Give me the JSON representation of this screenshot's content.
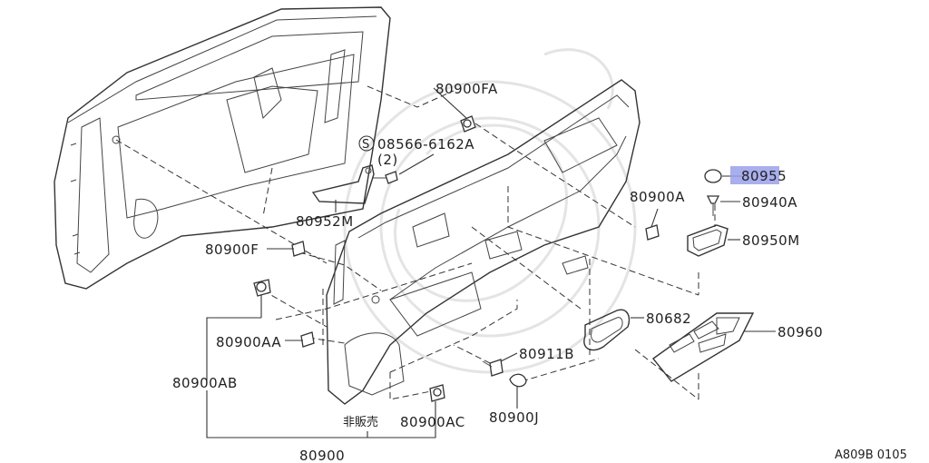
{
  "diagram": {
    "callouts": {
      "p80900FA": "80900FA",
      "p08566": "08566-6162A",
      "p08566_qty": "(2)",
      "s_mark": "S",
      "p80952M": "80952M",
      "p80900F": "80900F",
      "p80900AA": "80900AA",
      "p80900AB": "80900AB",
      "not_for_sale": "非販売",
      "p80900AC": "80900AC",
      "p80900": "80900",
      "p80911B": "80911B",
      "p80900J": "80900J",
      "p80682": "80682",
      "p80960": "80960",
      "p80900A": "80900A",
      "p80955": "80955",
      "p80940A": "80940A",
      "p80950M": "80950M"
    },
    "highlighted_part": "80955",
    "highlight_color": "#9aa0ea",
    "figure_code": "A809B 0105"
  }
}
